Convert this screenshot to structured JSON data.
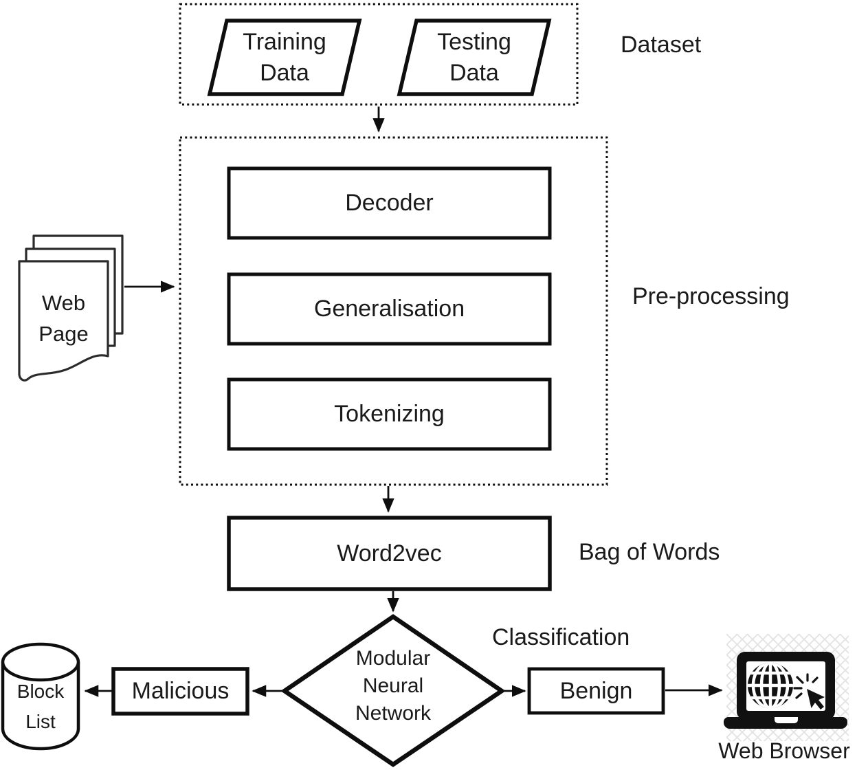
{
  "diagram_type": "flowchart",
  "groups": {
    "dataset": {
      "label": "Dataset",
      "nodes": [
        "Training Data",
        "Testing Data"
      ]
    },
    "preprocessing": {
      "label": "Pre-processing",
      "nodes": [
        "Decoder",
        "Generalisation",
        "Tokenizing"
      ]
    }
  },
  "nodes": {
    "training": "Training\nData",
    "testing": "Testing\nData",
    "decoder": "Decoder",
    "generalisation": "Generalisation",
    "tokenizing": "Tokenizing",
    "webpage": "Web\nPage",
    "word2vec": "Word2vec",
    "mnn": "Modular\nNeural\nNetwork",
    "malicious": "Malicious",
    "benign": "Benign",
    "blocklist": "Block\nList"
  },
  "labels": {
    "dataset": "Dataset",
    "preprocessing": "Pre-processing",
    "bag_of_words": "Bag of Words",
    "classification": "Classification",
    "web_browser": "Web Browser"
  },
  "icons": [
    "web-page-stack-icon",
    "block-list-database-icon",
    "web-browser-laptop-icon",
    "globe-icon",
    "click-cursor-icon"
  ],
  "edges": [
    {
      "from": "Dataset",
      "to": "Pre-processing"
    },
    {
      "from": "Web Page",
      "to": "Pre-processing"
    },
    {
      "from": "Pre-processing",
      "to": "Word2vec"
    },
    {
      "from": "Word2vec",
      "to": "Modular Neural Network"
    },
    {
      "from": "Modular Neural Network",
      "to": "Malicious"
    },
    {
      "from": "Malicious",
      "to": "Block List"
    },
    {
      "from": "Modular Neural Network",
      "to": "Benign"
    },
    {
      "from": "Benign",
      "to": "Web Browser"
    }
  ],
  "colors": {
    "ink": "#0e0e0e",
    "background": "#ffffff",
    "pattern": "#e4e4e4"
  }
}
